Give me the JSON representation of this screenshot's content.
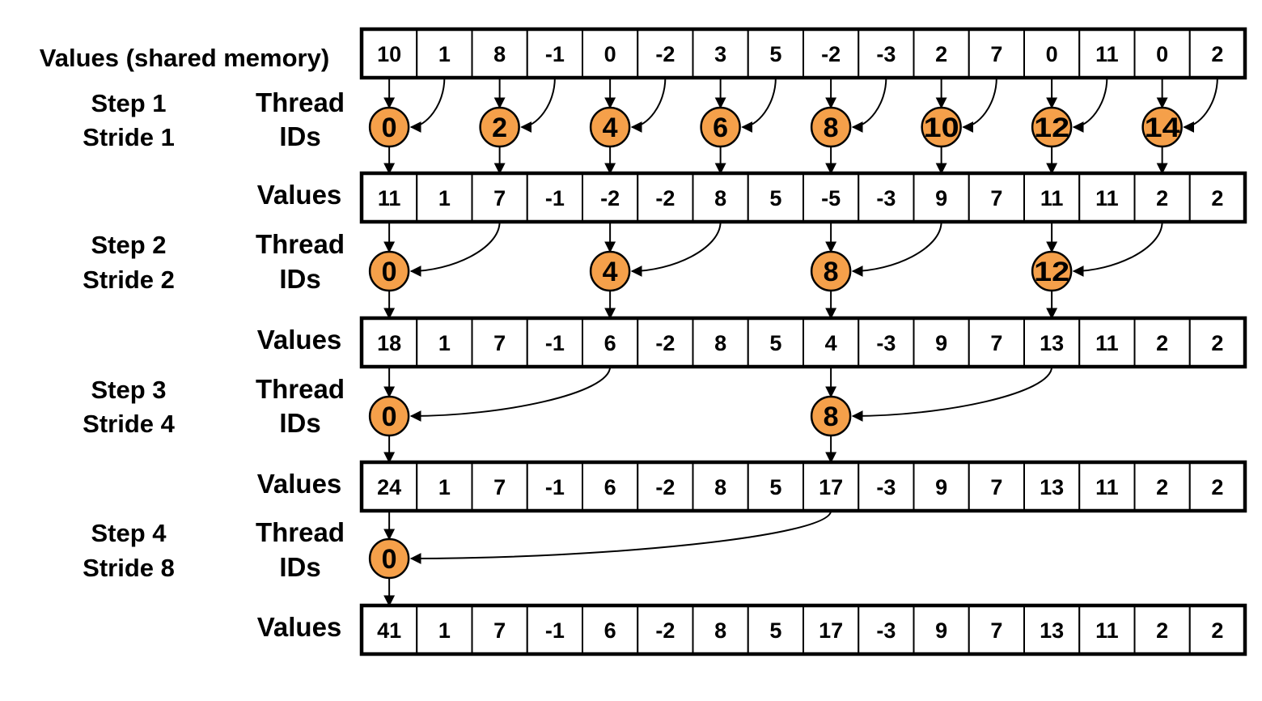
{
  "colors": {
    "thread_fill": "#F5A04A",
    "stroke": "#000000"
  },
  "top_label": "Values (shared memory)",
  "thread_label_line1": "Thread",
  "thread_label_line2": "IDs",
  "values_label": "Values",
  "initial_values": [
    "10",
    "1",
    "8",
    "-1",
    "0",
    "-2",
    "3",
    "5",
    "-2",
    "-3",
    "2",
    "7",
    "0",
    "11",
    "0",
    "2"
  ],
  "steps": [
    {
      "step_label": "Step 1",
      "stride_label": "Stride 1",
      "stride": 1,
      "thread_ids": [
        "0",
        "2",
        "4",
        "6",
        "8",
        "10",
        "12",
        "14"
      ],
      "values": [
        "11",
        "1",
        "7",
        "-1",
        "-2",
        "-2",
        "8",
        "5",
        "-5",
        "-3",
        "9",
        "7",
        "11",
        "11",
        "2",
        "2"
      ]
    },
    {
      "step_label": "Step 2",
      "stride_label": "Stride 2",
      "stride": 2,
      "thread_ids": [
        "0",
        "4",
        "8",
        "12"
      ],
      "values": [
        "18",
        "1",
        "7",
        "-1",
        "6",
        "-2",
        "8",
        "5",
        "4",
        "-3",
        "9",
        "7",
        "13",
        "11",
        "2",
        "2"
      ]
    },
    {
      "step_label": "Step 3",
      "stride_label": "Stride 4",
      "stride": 4,
      "thread_ids": [
        "0",
        "8"
      ],
      "values": [
        "24",
        "1",
        "7",
        "-1",
        "6",
        "-2",
        "8",
        "5",
        "17",
        "-3",
        "9",
        "7",
        "13",
        "11",
        "2",
        "2"
      ]
    },
    {
      "step_label": "Step 4",
      "stride_label": "Stride 8",
      "stride": 8,
      "thread_ids": [
        "0"
      ],
      "values": [
        "41",
        "1",
        "7",
        "-1",
        "6",
        "-2",
        "8",
        "5",
        "17",
        "-3",
        "9",
        "7",
        "13",
        "11",
        "2",
        "2"
      ]
    }
  ]
}
